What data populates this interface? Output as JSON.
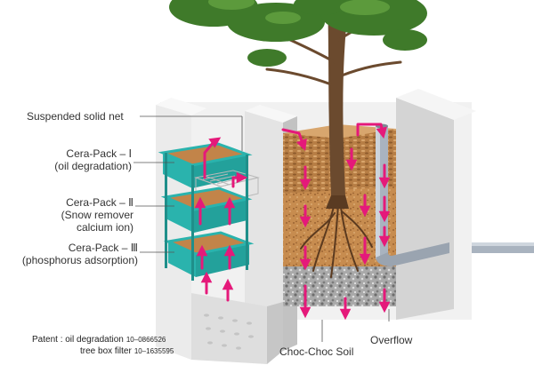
{
  "labels": {
    "suspended_net": "Suspended solid net",
    "cerapack_1": [
      "Cera-Pack – Ⅰ",
      "(oil degradation)"
    ],
    "cerapack_2": [
      "Cera-Pack – Ⅱ",
      "(Snow remover",
      "calcium ion)"
    ],
    "cerapack_3": [
      "Cera-Pack – Ⅲ",
      "(phosphorus adsorption)"
    ],
    "choc_soil": "Choc-Choc Soil",
    "overflow": "Overflow"
  },
  "patent": {
    "line1_label": "Patent : oil degradation",
    "line1_number": "10–0866526",
    "line2_label": "tree box filter",
    "line2_number": "10–1635595"
  },
  "colors": {
    "flow_arrow": "#e5197a",
    "tray": "#2ab3ad",
    "concrete": "#ececec",
    "concrete_shade": "#c9c9c9",
    "soil": "#c4894c",
    "gravel": "#8f8f8f",
    "pipe": "#a9b3bf",
    "foliage": "#3f7a2a"
  }
}
